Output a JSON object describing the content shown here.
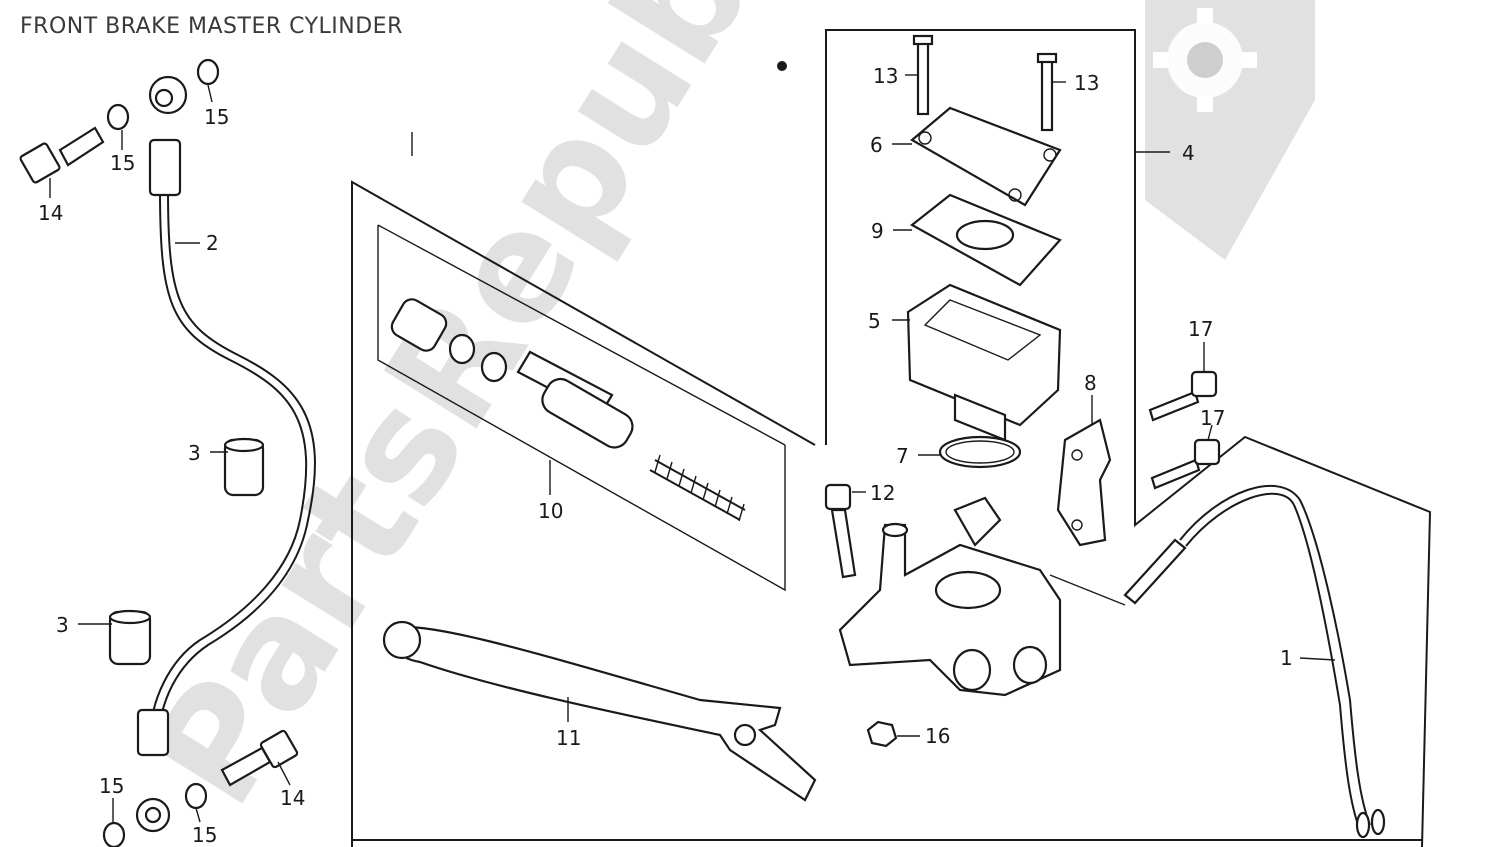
{
  "title": "FRONT BRAKE MASTER CYLINDER",
  "watermark": {
    "text": "PartsRepublik",
    "color": "#c9c9c9",
    "icon": "gear-icon"
  },
  "callouts": [
    {
      "id": "1",
      "text": "1"
    },
    {
      "id": "2",
      "text": "2"
    },
    {
      "id": "3a",
      "text": "3"
    },
    {
      "id": "3b",
      "text": "3"
    },
    {
      "id": "4",
      "text": "4"
    },
    {
      "id": "5",
      "text": "5"
    },
    {
      "id": "6",
      "text": "6"
    },
    {
      "id": "7",
      "text": "7"
    },
    {
      "id": "8",
      "text": "8"
    },
    {
      "id": "9",
      "text": "9"
    },
    {
      "id": "10",
      "text": "10"
    },
    {
      "id": "11",
      "text": "11"
    },
    {
      "id": "12",
      "text": "12"
    },
    {
      "id": "13a",
      "text": "13"
    },
    {
      "id": "13b",
      "text": "13"
    },
    {
      "id": "14a",
      "text": "14"
    },
    {
      "id": "14b",
      "text": "14"
    },
    {
      "id": "15a",
      "text": "15"
    },
    {
      "id": "15b",
      "text": "15"
    },
    {
      "id": "15c",
      "text": "15"
    },
    {
      "id": "15d",
      "text": "15"
    },
    {
      "id": "16",
      "text": "16"
    },
    {
      "id": "17a",
      "text": "17"
    },
    {
      "id": "17b",
      "text": "17"
    }
  ]
}
